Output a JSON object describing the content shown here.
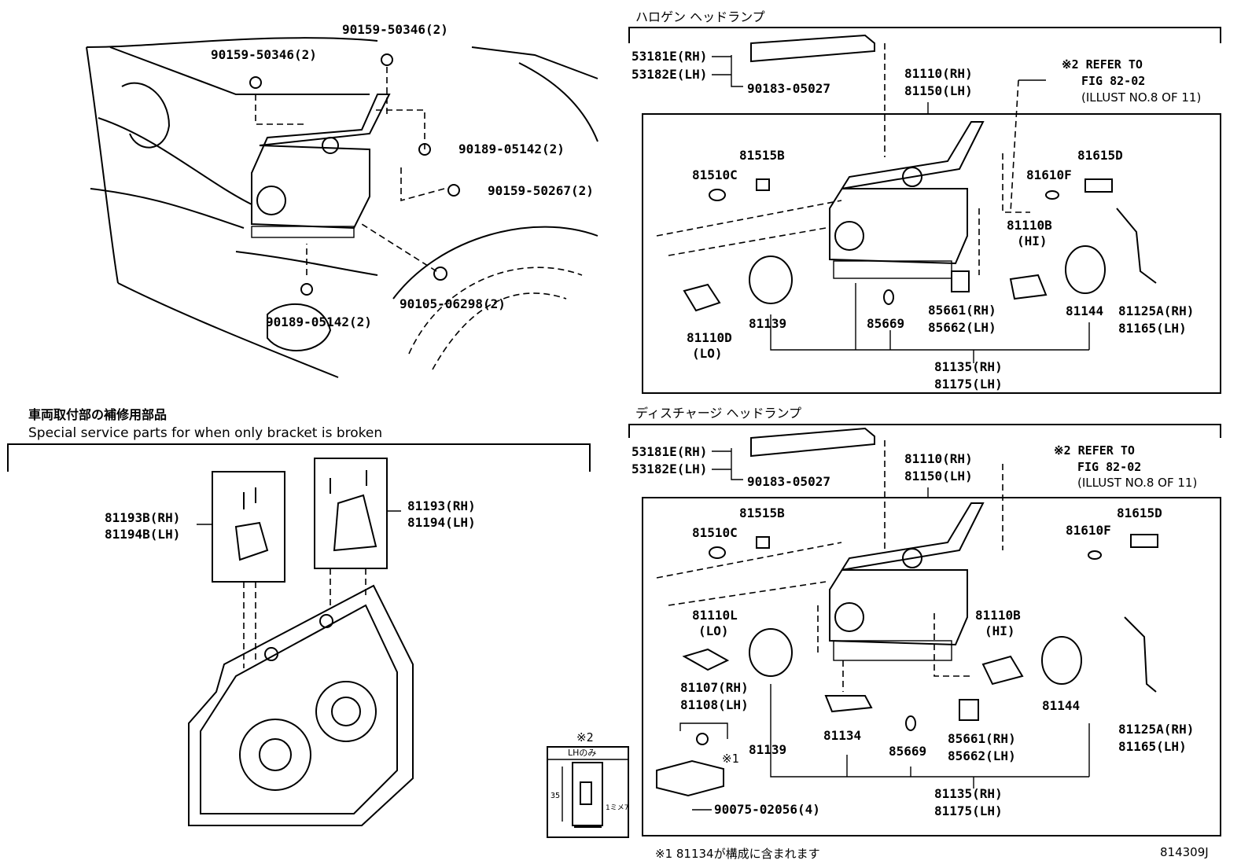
{
  "diagram_id": "814309J",
  "sections": {
    "halogen_title": "ハロゲン ヘッドランプ",
    "discharge_title": "ディスチャージ  ヘッドランプ",
    "special_parts_title_jp": "車両取付部の補修用部品",
    "special_parts_title_en": "Special service parts for when only bracket is broken"
  },
  "vehicle_callouts": {
    "bolt_top_left": "90159-50346(2)",
    "bolt_top_mid": "90159-50346(2)",
    "clip_right": "90189-05142(2)",
    "bolt_right": "90159-50267(2)",
    "clip_bottom": "90189-05142(2)",
    "screw_bottom": "90105-06298(2)"
  },
  "halogen": {
    "cover_rh": "53181E(RH)",
    "cover_lh": "53182E(LH)",
    "cover_clip": "90183-05027",
    "lamp_rh": "81110(RH)",
    "lamp_lh": "81150(LH)",
    "refer_1": "※2 REFER TO",
    "refer_2": "FIG 82-02",
    "refer_3": "(ILLUST NO.8 OF 11)",
    "socket_515": "81515B",
    "bulb_510": "81510C",
    "bulb_610": "81610F",
    "socket_615": "81615D",
    "hi_bulb": "81110B",
    "hi_tag": "(HI)",
    "lo_bulb": "81110D",
    "lo_tag": "(LO)",
    "ring_139": "81139",
    "oring_669": "85669",
    "actuator_rh": "85661(RH)",
    "actuator_lh": "85662(LH)",
    "cap_144": "81144",
    "wire_rh": "81125A(RH)",
    "wire_lh": "81165(LH)",
    "unit_rh": "81135(RH)",
    "unit_lh": "81175(LH)"
  },
  "discharge": {
    "cover_rh": "53181E(RH)",
    "cover_lh": "53182E(LH)",
    "cover_clip": "90183-05027",
    "lamp_rh": "81110(RH)",
    "lamp_lh": "81150(LH)",
    "refer_1": "※2 REFER TO",
    "refer_2": "FIG 82-02",
    "refer_3": "(ILLUST NO.8 OF 11)",
    "socket_515": "81515B",
    "bulb_510": "81510C",
    "bulb_610": "81610F",
    "socket_615": "81615D",
    "lo_bulb": "81110L",
    "lo_tag": "(LO)",
    "hi_bulb": "81110B",
    "hi_tag": "(HI)",
    "ballast_rh": "81107(RH)",
    "ballast_lh": "81108(LH)",
    "ballast_note": "※1",
    "ring_139": "81139",
    "gasket_134": "81134",
    "oring_669": "85669",
    "actuator_rh": "85661(RH)",
    "actuator_lh": "85662(LH)",
    "cap_144": "81144",
    "wire_rh": "81125A(RH)",
    "wire_lh": "81165(LH)",
    "screw": "90075-02056(4)",
    "unit_rh": "81135(RH)",
    "unit_lh": "81175(LH)"
  },
  "bracket": {
    "small_rh": "81193B(RH)",
    "small_lh": "81194B(LH)",
    "large_rh": "81193(RH)",
    "large_lh": "81194(LH)"
  },
  "inset": {
    "marker": "※2",
    "caption": "LHのみ",
    "dim_height": "35",
    "dim_side": "1ミメ7"
  },
  "footnote": "※1  81134が構成に含まれます"
}
